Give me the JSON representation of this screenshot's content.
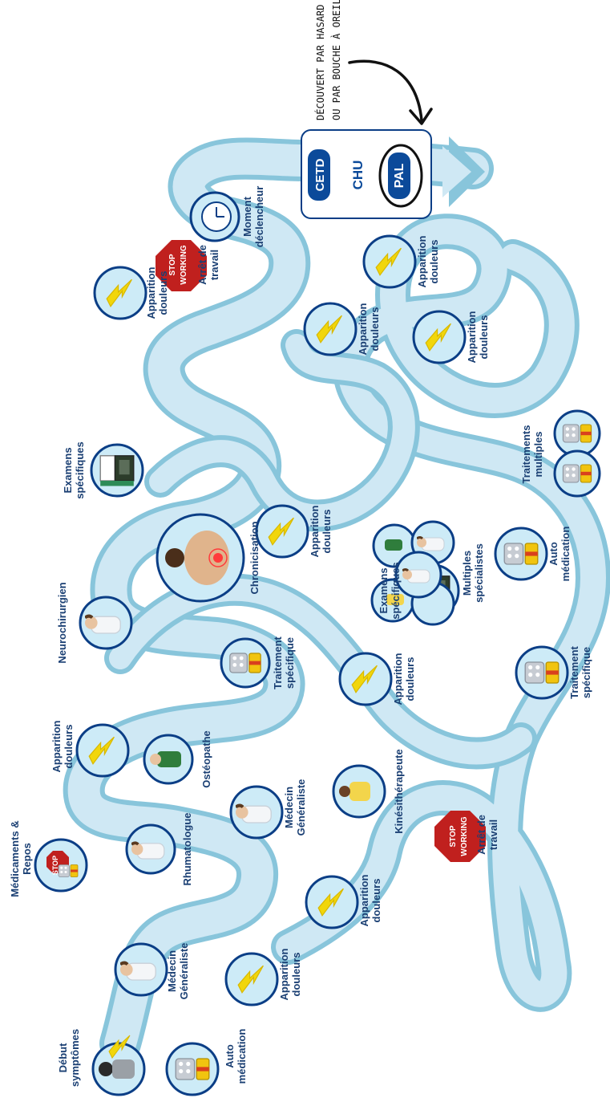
{
  "figure": {
    "colors": {
      "path_light": "#cfe8f4",
      "path_dark": "#88c5db",
      "circle_ring": "#0b3e86",
      "circle_fill": "#cdebf7",
      "text": "#1a3f73",
      "bolt": "#f1d60b",
      "stop_red": "#c0201e"
    },
    "labels": {
      "debut": "Début symptômes",
      "auto1": "Auto médication",
      "medgen1": "Médecin Généraliste",
      "app1": "Apparition douleurs",
      "medrepos": "Médicaments & Repos",
      "rhumato": "Rhumatologue",
      "app2": "Apparition douleurs",
      "osteo": "Ostéopathe",
      "medgen2": "Médecin Généraliste",
      "app3": "Apparition douleurs",
      "kine": "Kinésithérapeute",
      "neuro": "Neurochirurgien",
      "trait1": "Traitement spécifique",
      "app4": "Apparition douleurs",
      "arret1": "Arrêt de travail",
      "trait2": "Traitement spécifique",
      "examens1": "Examens spécifiques",
      "chron": "Chronicisation",
      "examens2": "Examens spécifiques",
      "automed2": "Auto médication",
      "arret2": "Arrêt de travail",
      "app5": "Apparition douleurs",
      "multi": "Multiples spécialistes",
      "app6": "Apparition douleurs",
      "moment": "Moment déclencheur",
      "traitmult": "Traitements multiples",
      "app7": "Apparition douleurs",
      "app8": "Apparition douleurs",
      "app9": "Apparition douleurs"
    },
    "stop_text": "STOP",
    "stop_working": [
      "STOP",
      "WORKING"
    ],
    "annotation": [
      "DÉCOUVERT PAR HASARD",
      "OU PAR BOUCHE À OREILLE"
    ],
    "destination": {
      "cetd": "CETD",
      "chu": "CHU",
      "pal": "PAL"
    }
  }
}
